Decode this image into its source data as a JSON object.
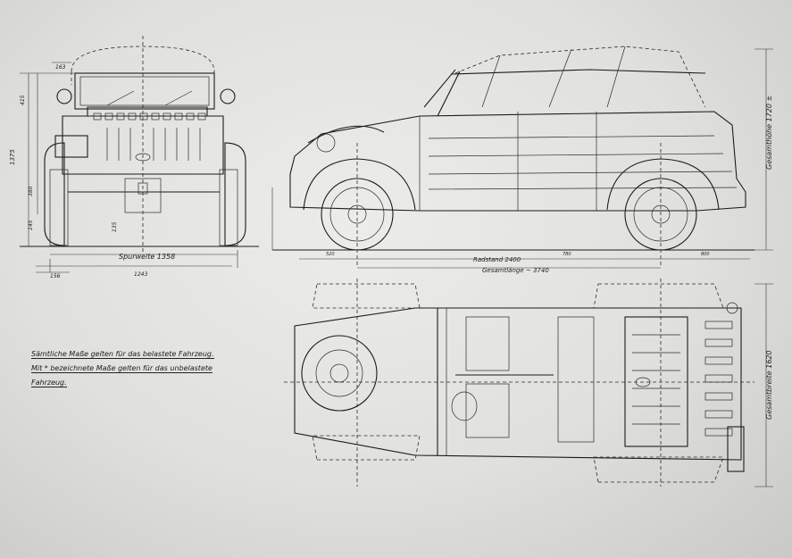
{
  "front_view": {
    "track_label": "Spurweite 1358",
    "dims": [
      "1375",
      "415",
      "380",
      "145",
      "135",
      "156",
      "1243",
      "163"
    ]
  },
  "side_view": {
    "height_label": "Gesamthöhe 1720 ±",
    "wheelbase_label": "Radstand 2400",
    "length_label": "Gesamtlänge ~ 3740",
    "dims": [
      "520",
      "780",
      "800"
    ]
  },
  "top_view": {
    "width_label": "Gesamtbreite 1620"
  },
  "notes": [
    "Sämtliche Maße gelten für das belastete Fahrzeug.",
    "Mit * bezeichnete Maße gelten für das unbelastete",
    "Fahrzeug."
  ]
}
